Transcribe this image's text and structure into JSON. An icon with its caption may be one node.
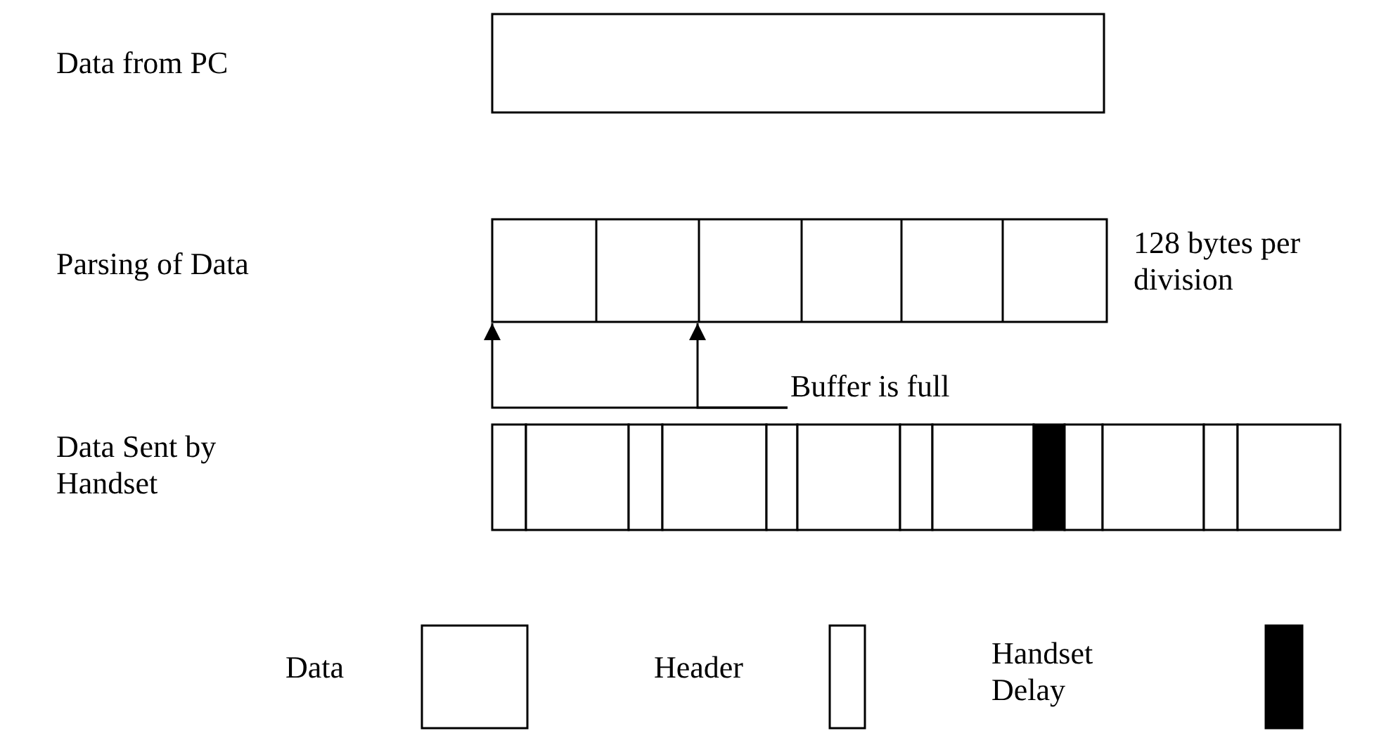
{
  "diagram": {
    "nodes": [
      {
        "text": [],
        "shape": "bar"
      },
      {
        "text": [],
        "shape": "bar",
        "beside": [
          "128 bytes per division"
        ]
      },
      {
        "text": [
          "Buffer is full"
        ]
      }
    ],
    "edges": [
      {
        "from": 2,
        "to": 1,
        "arrow": "to"
      },
      {
        "from": 2,
        "to": 1,
        "arrow": "to"
      }
    ],
    "labels": [
      "Data from PC",
      "Parsing of Data",
      "Data Sent by Handset"
    ],
    "legend": [
      {
        "text": "Data"
      },
      {
        "text": "Header"
      },
      {
        "text": "Handset Delay",
        "color": "#000000"
      }
    ]
  }
}
